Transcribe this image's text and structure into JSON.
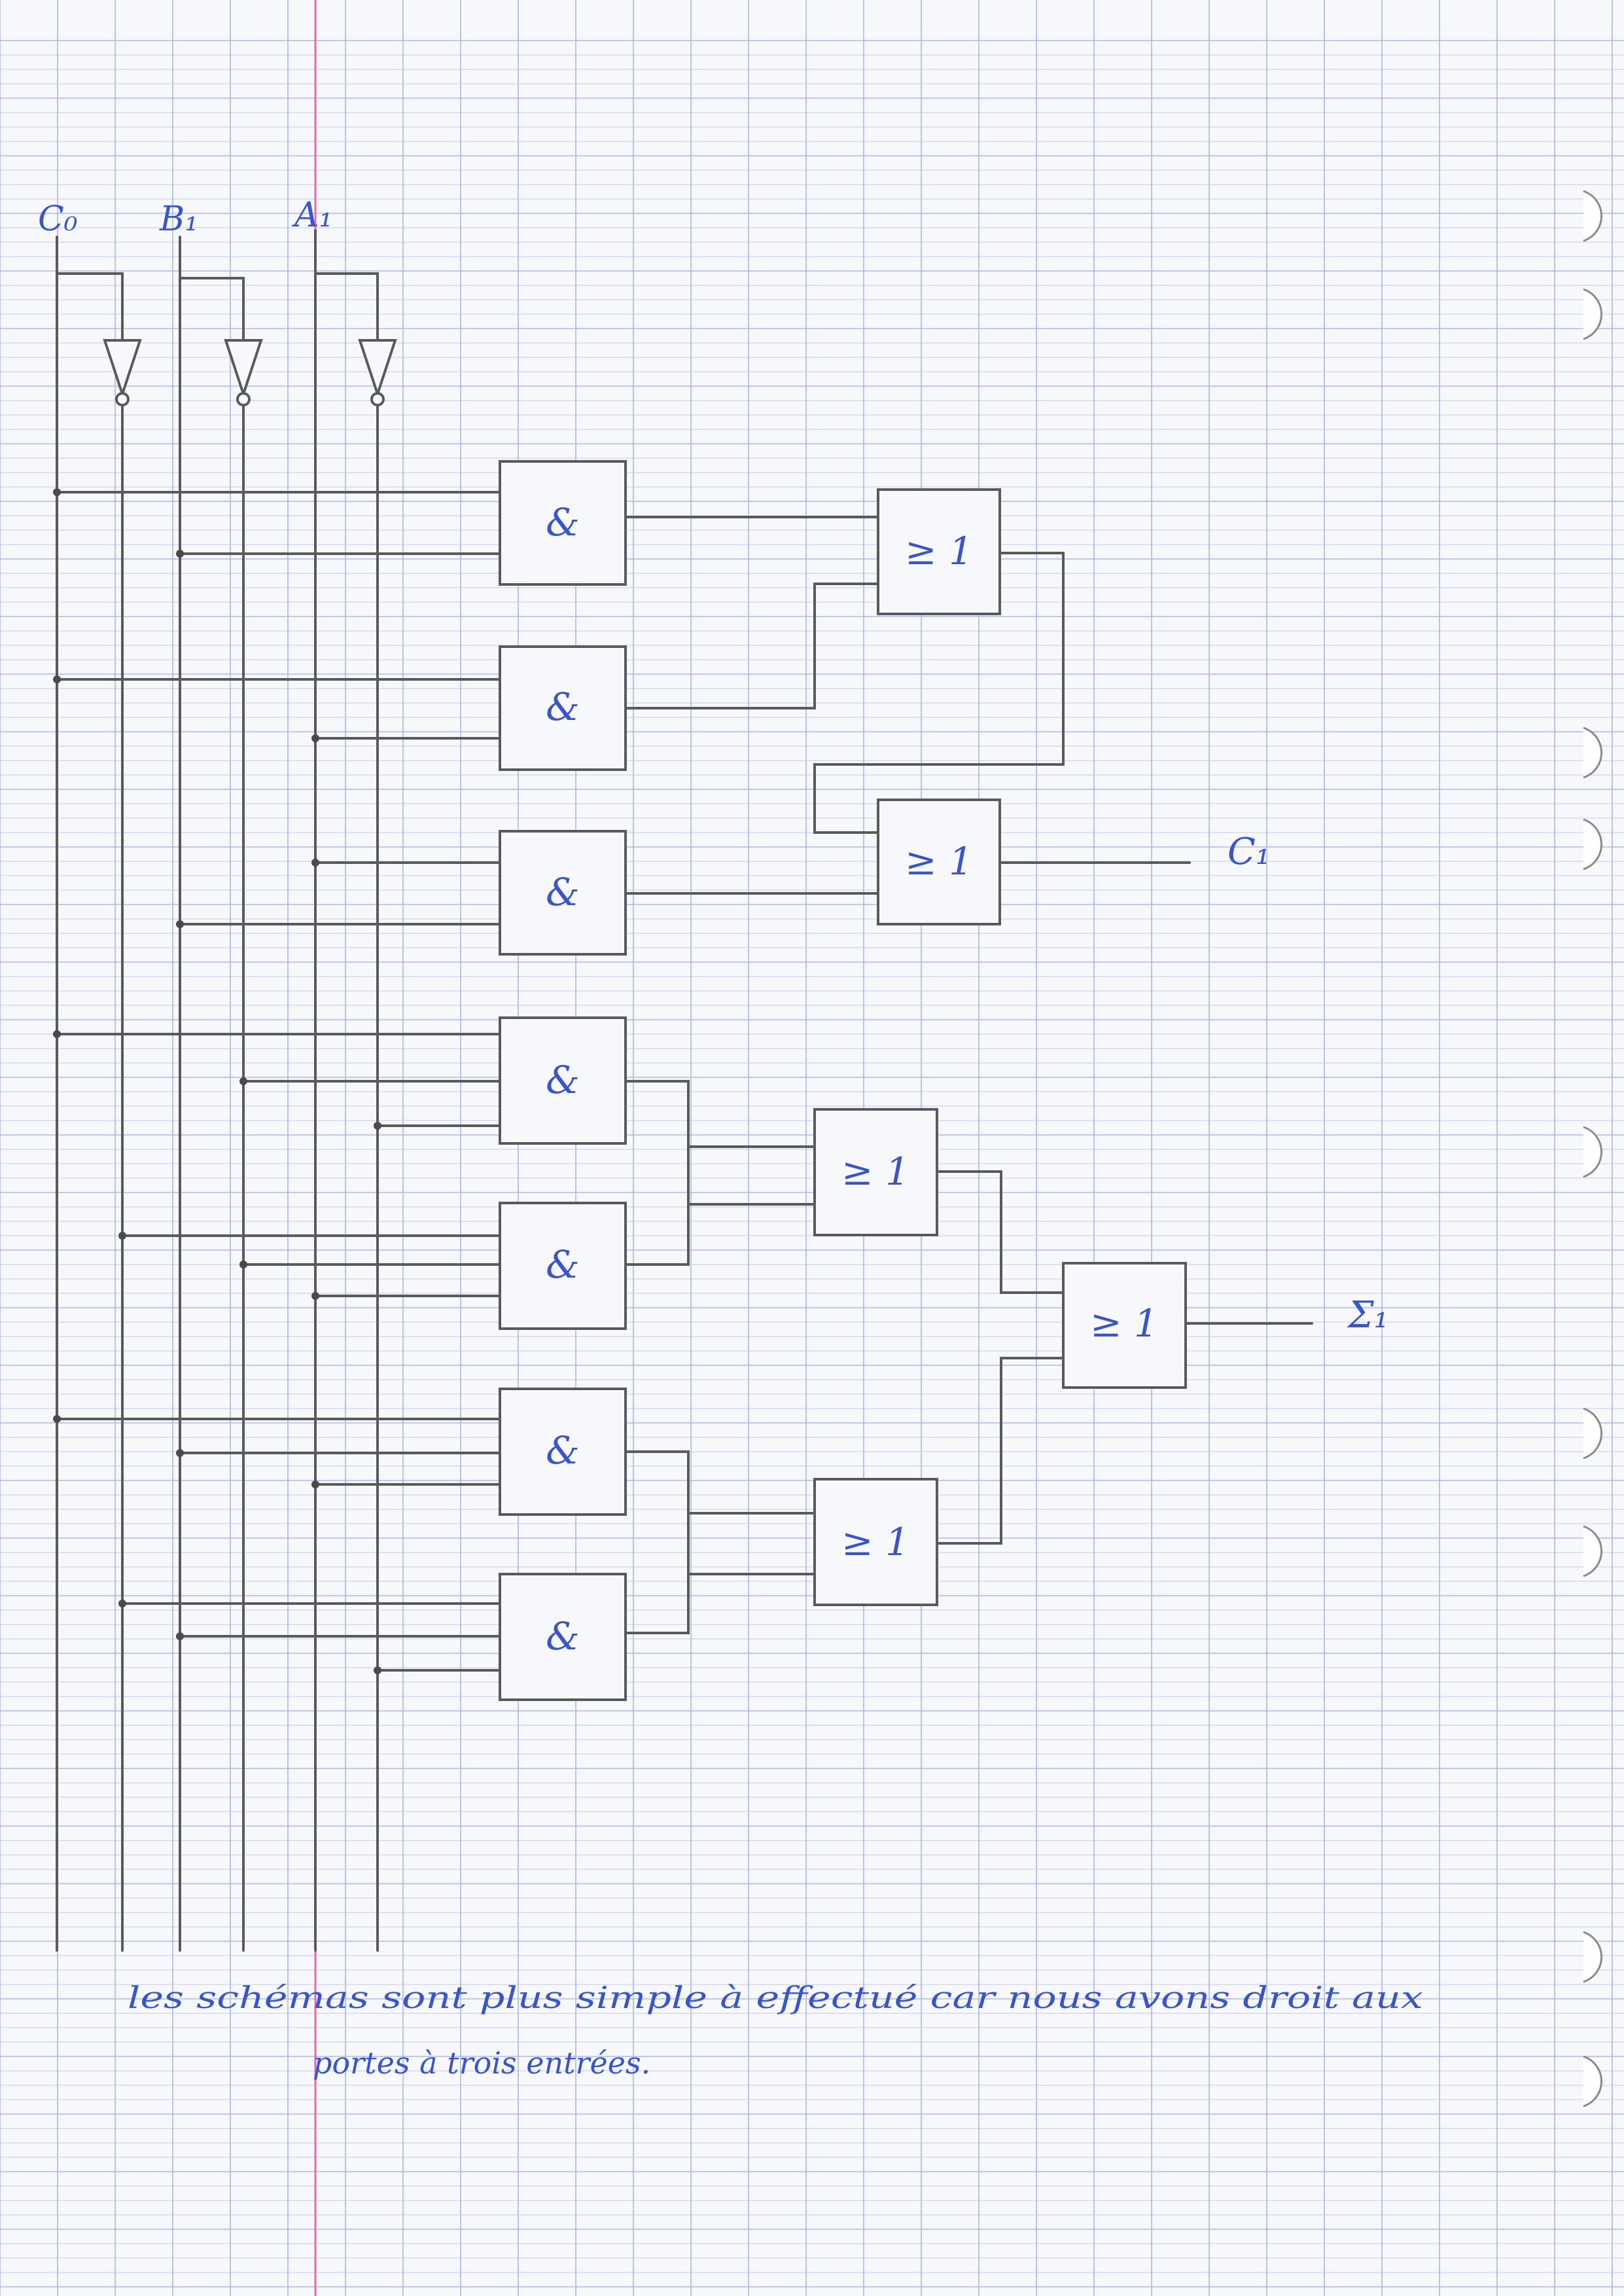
{
  "inputs": {
    "c_label": "C₀",
    "b_label": "B₁",
    "a_label": "A₁"
  },
  "gates": {
    "and_symbol": "&",
    "or_symbol": "≥ 1"
  },
  "outputs": {
    "carry_label": "C₁",
    "sum_label": "Σ₁"
  },
  "note": {
    "line1": "les schémas sont plus simple à effectué car nous avons droit aux",
    "line2": "portes à trois entrées."
  },
  "colors": {
    "ink": "#3a55c8",
    "pencil": "#5a5a5a",
    "grid": "#aebbe6",
    "margin": "#e46aa6"
  }
}
